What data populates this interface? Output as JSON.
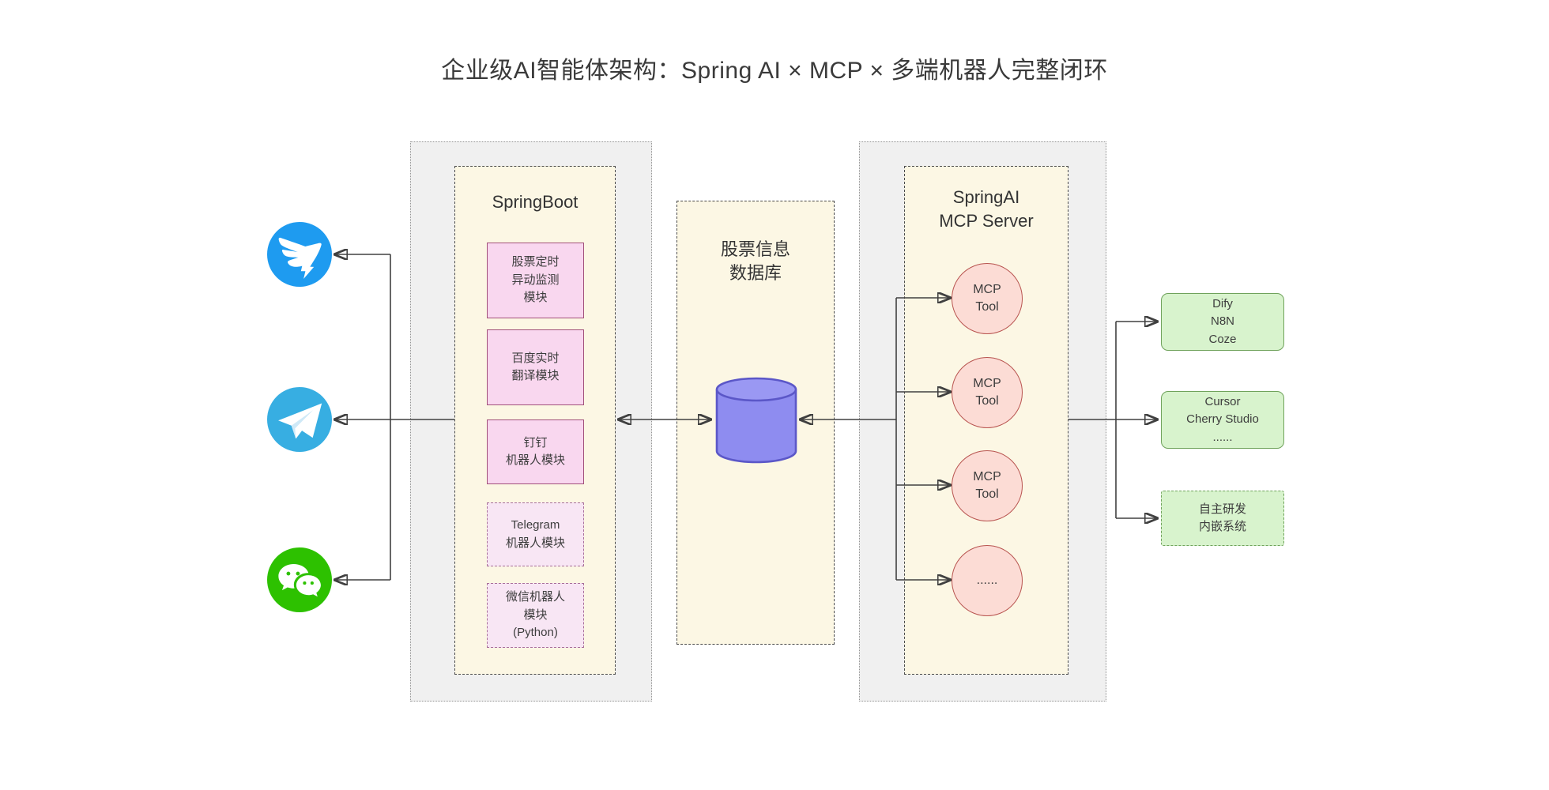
{
  "title": "企业级AI智能体架构：Spring AI × MCP × 多端机器人完整闭环",
  "channels": {
    "dingtalk": {
      "icon": "dingtalk-icon",
      "color": "#1e9bf0"
    },
    "telegram": {
      "icon": "telegram-icon",
      "color": "#37aee2"
    },
    "wechat": {
      "icon": "wechat-icon",
      "color": "#2dc100"
    }
  },
  "springboot": {
    "label": "SpringBoot",
    "modules": [
      {
        "text": "股票定时\n异动监测\n模块",
        "border": "solid"
      },
      {
        "text": "百度实时\n翻译模块",
        "border": "solid"
      },
      {
        "text": "钉钉\n机器人模块",
        "border": "solid"
      },
      {
        "text": "Telegram\n机器人模块",
        "border": "dashed"
      },
      {
        "text": "微信机器人\n模块\n(Python)",
        "border": "dashed"
      }
    ]
  },
  "database": {
    "label": "股票信息\n数据库",
    "icon": "database-cylinder-icon",
    "cylinder_color": "#8e8cf0"
  },
  "mcp_server": {
    "label": "SpringAI\nMCP Server",
    "tools": [
      {
        "text": "MCP\nTool"
      },
      {
        "text": "MCP\nTool"
      },
      {
        "text": "MCP\nTool"
      },
      {
        "text": "......"
      }
    ]
  },
  "clients": [
    {
      "text": "Dify\nN8N\nCoze",
      "border": "solid"
    },
    {
      "text": "Cursor\nCherry Studio\n......",
      "border": "solid"
    },
    {
      "text": "自主研发\n内嵌系统",
      "border": "dashed"
    }
  ],
  "colors": {
    "module_fill": "#f9d7ef",
    "module_border": "#a14f7a",
    "tool_fill": "#fcdcd5",
    "tool_border": "#b85450",
    "client_fill": "#d8f3cd",
    "client_border": "#6fa25b",
    "panel_fill": "#fcf7e4",
    "container_fill": "#f0f0f0",
    "line": "#404040"
  }
}
